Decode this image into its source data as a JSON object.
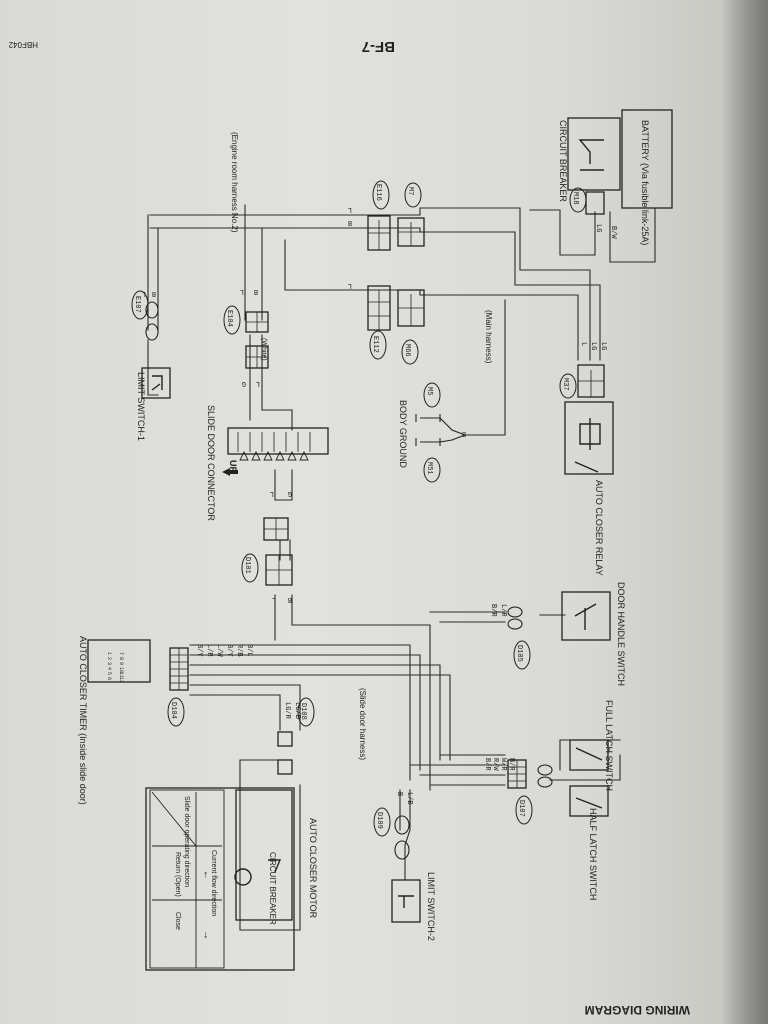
{
  "page": {
    "code": "HBF042",
    "number": "BF-7",
    "footer_title": "WIRING DIAGRAM"
  },
  "components": {
    "battery": "BATTERY (Via fusible link-25A)",
    "circuit_breaker": "CIRCUIT BREAKER",
    "auto_closer_relay": "AUTO CLOSER RELAY",
    "door_handle_switch": "DOOR HANDLE SWITCH",
    "full_latch_switch": "FULL LATCH SWITCH",
    "half_latch_switch": "HALF LATCH SWITCH",
    "limit_switch_1": "LIMIT SWITCH-1",
    "limit_switch_2": "LIMIT SWITCH-2",
    "slide_door_connector": "SLIDE DOOR CONNECTOR",
    "body_ground": "BODY GROUND",
    "auto_closer_timer": "AUTO CLOSER TIMER (Inside slide door)",
    "auto_closer_motor": "AUTO CLOSER MOTOR",
    "motor_circuit_breaker": "CIRCUIT BREAKER",
    "up_marker": "UP"
  },
  "harnesses": {
    "engine_room": "(Engine room harness No.2)",
    "main": "(Main harness)",
    "slide_door": "(Slide door harness)",
    "white": "(White)"
  },
  "connectors": [
    "M18",
    "M37",
    "M5",
    "M51",
    "M7",
    "M66",
    "E116",
    "E112",
    "E104",
    "E107",
    "D101",
    "D105",
    "D104",
    "D107",
    "D108",
    "D109"
  ],
  "wire_codes": {
    "battery_out": "B/W",
    "breaker_out": "LG",
    "relay_in": [
      "L",
      "LG",
      "LG"
    ],
    "ground": "B",
    "harness_left": [
      "L",
      "B",
      "L"
    ],
    "e104": [
      "B",
      "L"
    ],
    "white": [
      "G",
      "L"
    ],
    "limit1": [
      "L",
      "B"
    ],
    "connector_out": [
      "L",
      "G"
    ],
    "d101": [
      "L",
      "B"
    ],
    "d105": [
      "B/R",
      "L/R"
    ],
    "d104": [
      "B/Y",
      "L/R",
      "L/W",
      "B/Y",
      "R/B",
      "B/L"
    ],
    "d108": [
      "LG/R",
      "LG/B"
    ],
    "d109": [
      "B",
      "L/B"
    ],
    "d107": [
      "B/R",
      "R/W",
      "W/R",
      "B/R"
    ]
  },
  "motor_table": {
    "header_left": "Slide door operating direction",
    "header_right": "Current flow direction",
    "rows": [
      {
        "direction": "Return (Open)",
        "symbol": "←"
      },
      {
        "direction": "Close",
        "symbol": "→"
      }
    ]
  },
  "timer_pins": [
    "1",
    "2",
    "3",
    "4",
    "5",
    "6",
    "7",
    "8",
    "9",
    "10",
    "11",
    "12"
  ]
}
